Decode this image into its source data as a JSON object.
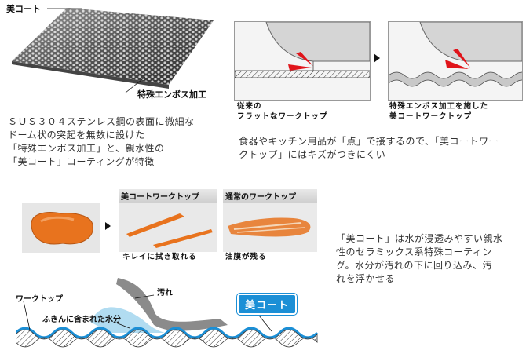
{
  "embossed_sheet": {
    "label_top": "美コート",
    "label_bottom": "特殊エンボス加工"
  },
  "left_description": "ＳＵＳ３０４ステンレス鋼の表面に微細な\nドーム状の突起を無数に設けた\n「特殊エンボス加工」と、親水性の\n「美コート」コーティングが特徴",
  "comparison": {
    "flat_caption": "従来の\nフラットなワークトップ",
    "embossed_caption": "特殊エンボス加工を施した\n美コートワークトップ",
    "description": "食器やキッチン用品が「点」で接するので、「美コートワー\nクトップ」にはキズがつきにくい"
  },
  "oil_demo": {
    "bi_coat_header": "美コートワークトップ",
    "bi_coat_caption": "キレイに拭き取れる",
    "normal_header": "通常のワークトップ",
    "normal_caption": "油膜が残る"
  },
  "right_description": "「美コート」は水が浸透みやすい親水\n性のセラミックス系特殊コーティン\nグ。水分が汚れの下に回り込み、汚\nれを浮かせる",
  "cross_section": {
    "dirt_label": "汚れ",
    "worktop_label": "ワークトップ",
    "water_label": "ふきんに含まれた水分",
    "badge_text": "美コート"
  },
  "colors": {
    "oil": "#e8731e",
    "water": "#9dd3ee",
    "badge_blue": "#1b8fd6",
    "dirt": "#8b8b8b"
  }
}
